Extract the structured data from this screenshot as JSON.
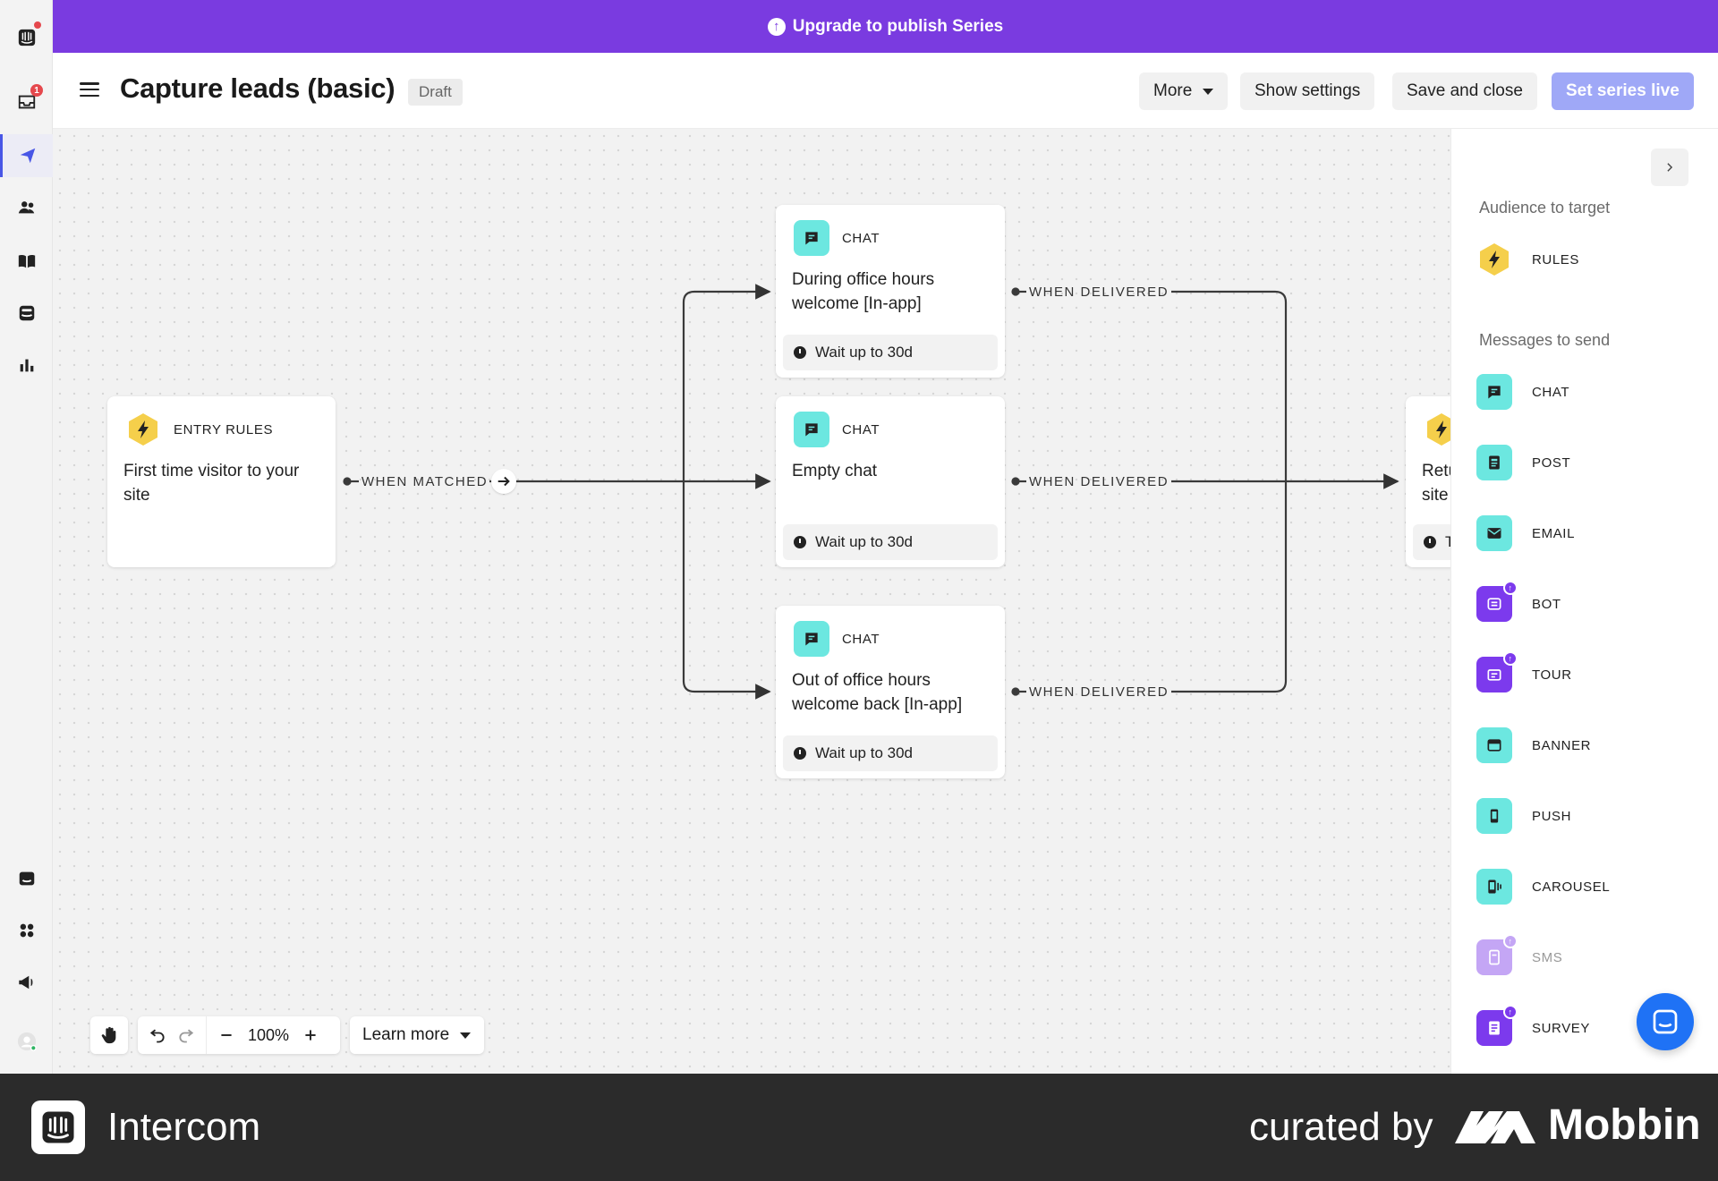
{
  "banner": {
    "text": "Upgrade to publish Series"
  },
  "header": {
    "title": "Capture leads (basic)",
    "status": "Draft",
    "more_label": "More",
    "show_settings_label": "Show settings",
    "save_close_label": "Save and close",
    "set_live_label": "Set series live"
  },
  "nav": {
    "inbox_badge": "1",
    "items": [
      "intercom-logo-icon",
      "inbox-icon",
      "outbound-icon",
      "contacts-icon",
      "articles-icon",
      "messenger-icon",
      "reports-icon",
      "chat-icon",
      "apps-icon",
      "announcement-icon",
      "user-avatar-icon"
    ]
  },
  "canvas": {
    "entry": {
      "type": "ENTRY RULES",
      "text": "First time visitor to your site"
    },
    "edge_matched": "WHEN MATCHED",
    "edge_delivered": "WHEN DELIVERED",
    "nodes": [
      {
        "type": "CHAT",
        "text": "During office hours welcome [In-app]",
        "wait": "Wait up to 30d"
      },
      {
        "type": "CHAT",
        "text": "Empty chat",
        "wait": "Wait up to 30d"
      },
      {
        "type": "CHAT",
        "text": "Out of office hours welcome back [In-app]",
        "wait": "Wait up to 30d"
      }
    ],
    "partial_node": {
      "text_line1": "Retu",
      "text_line2": "site",
      "wait": "T"
    }
  },
  "toolbar": {
    "zoom": "100%",
    "learn_more": "Learn more"
  },
  "panel": {
    "audience_title": "Audience to target",
    "audience_items": [
      {
        "label": "RULES",
        "icon": "lightning-icon"
      }
    ],
    "messages_title": "Messages to send",
    "message_items": [
      {
        "label": "CHAT",
        "icon": "chat-icon"
      },
      {
        "label": "POST",
        "icon": "post-icon"
      },
      {
        "label": "EMAIL",
        "icon": "email-icon"
      },
      {
        "label": "BOT",
        "icon": "bot-icon"
      },
      {
        "label": "TOUR",
        "icon": "tour-icon"
      },
      {
        "label": "BANNER",
        "icon": "banner-icon"
      },
      {
        "label": "PUSH",
        "icon": "push-icon"
      },
      {
        "label": "CAROUSEL",
        "icon": "carousel-icon"
      },
      {
        "label": "SMS",
        "icon": "sms-icon"
      },
      {
        "label": "SURVEY",
        "icon": "survey-icon"
      }
    ]
  },
  "footer": {
    "brand": "Intercom",
    "curated": "curated by",
    "mobbin": "Mobbin"
  },
  "colors": {
    "accent": "#7a3be0",
    "teal": "#6ce7e0",
    "primary_button": "#9fa8f7",
    "messenger": "#1f72f5",
    "rules_yellow": "#f5cf4b"
  }
}
